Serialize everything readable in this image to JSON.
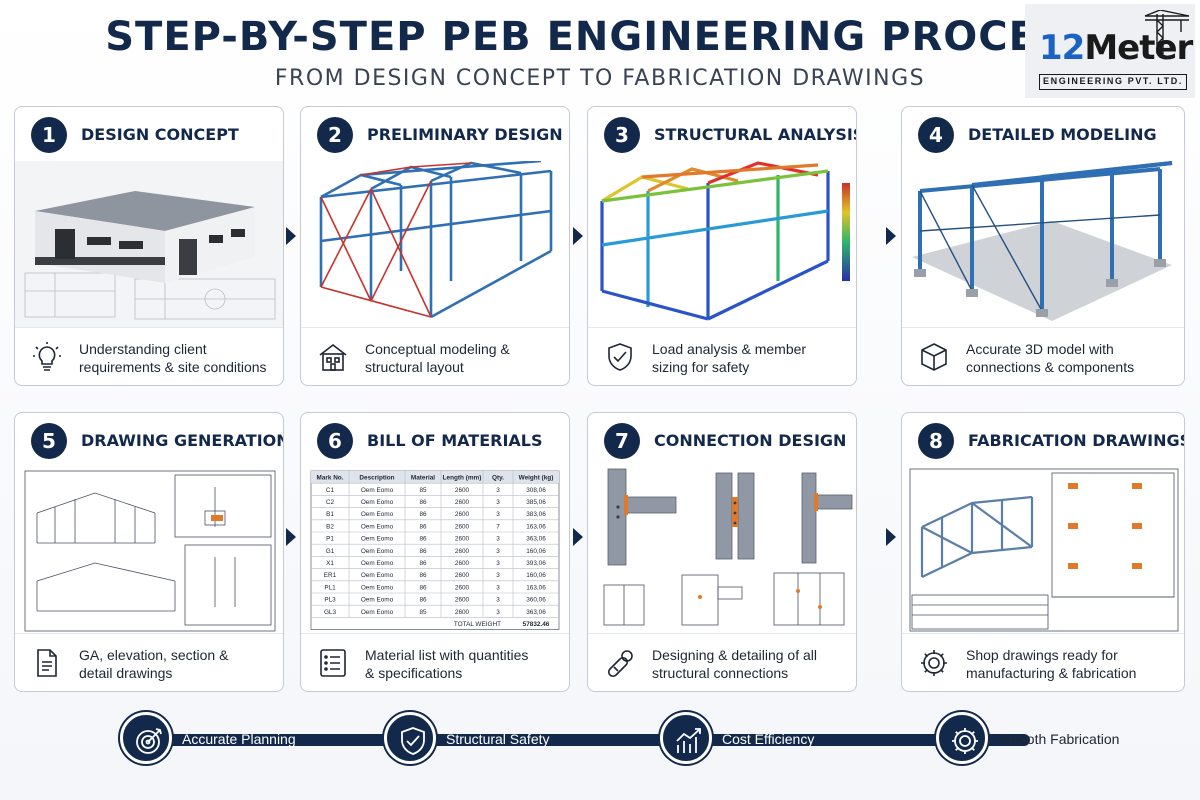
{
  "header": {
    "title": "STEP-BY-STEP PEB ENGINEERING PROCESS",
    "subtitle": "FROM DESIGN CONCEPT TO FABRICATION DRAWINGS"
  },
  "logo": {
    "number": "12",
    "word": "Meter",
    "tagline": "ENGINEERING PVT. LTD."
  },
  "colors": {
    "navy": "#13294b",
    "steel_blue": "#2f6fb3",
    "brace_red": "#c8322c",
    "accent_orange": "#e07a2a"
  },
  "steps": [
    {
      "number": "1",
      "title": "DESIGN CONCEPT",
      "icon": "lightbulb-icon",
      "desc1": "Understanding client",
      "desc2": "requirements & site conditions"
    },
    {
      "number": "2",
      "title": "PRELIMINARY DESIGN",
      "icon": "building-icon",
      "desc1": "Conceptual modeling &",
      "desc2": "structural layout"
    },
    {
      "number": "3",
      "title": "STRUCTURAL ANALYSIS",
      "icon": "shield-check-icon",
      "desc1": "Load analysis & member",
      "desc2": "sizing for safety"
    },
    {
      "number": "4",
      "title": "DETAILED MODELING",
      "icon": "cube-icon",
      "desc1": "Accurate 3D model with",
      "desc2": "connections & components"
    },
    {
      "number": "5",
      "title": "DRAWING GENERATION",
      "icon": "document-icon",
      "desc1": "GA, elevation, section &",
      "desc2": "detail drawings"
    },
    {
      "number": "6",
      "title": "BILL OF MATERIALS",
      "icon": "list-icon",
      "desc1": "Material list with quantities",
      "desc2": "& specifications"
    },
    {
      "number": "7",
      "title": "CONNECTION DESIGN",
      "icon": "bolt-icon",
      "desc1": "Designing & detailing of all",
      "desc2": "structural connections"
    },
    {
      "number": "8",
      "title": "FABRICATION DRAWINGS",
      "icon": "gear-icon",
      "desc1": "Shop drawings ready for",
      "desc2": "manufacturing & fabrication"
    }
  ],
  "bom_table": {
    "headers": [
      "Mark No.",
      "Description",
      "Material",
      "Length (mm)",
      "Qty.",
      "Weight (kg)"
    ],
    "rows": [
      [
        "C1",
        "Oem Eomo",
        "85",
        "2600",
        "3",
        "308,06"
      ],
      [
        "C2",
        "Oem Eomo",
        "86",
        "2600",
        "3",
        "385,06"
      ],
      [
        "B1",
        "Oem Eomo",
        "86",
        "2600",
        "3",
        "383,06"
      ],
      [
        "B2",
        "Oem Eomo",
        "86",
        "2600",
        "7",
        "163,06"
      ],
      [
        "P1",
        "Oem Eomo",
        "86",
        "2600",
        "3",
        "363,06"
      ],
      [
        "G1",
        "Oem Eomo",
        "86",
        "2600",
        "3",
        "160,06"
      ],
      [
        "X1",
        "Oem Eomo",
        "86",
        "2600",
        "3",
        "393,06"
      ],
      [
        "ER1",
        "Oem Eomo",
        "86",
        "2600",
        "3",
        "160,06"
      ],
      [
        "PL1",
        "Oem Eomo",
        "86",
        "2600",
        "3",
        "163,06"
      ],
      [
        "PL3",
        "Oem Eomo",
        "86",
        "2600",
        "3",
        "360,06"
      ],
      [
        "GL3",
        "Oem Eomo",
        "85",
        "2600",
        "3",
        "363,06"
      ]
    ],
    "total_label": "TOTAL WEIGHT",
    "total_value": "57832.46"
  },
  "benefits": [
    {
      "label": "Accurate Planning",
      "icon": "target-icon"
    },
    {
      "label": "Structural Safety",
      "icon": "shield-check-icon"
    },
    {
      "label": "Cost Efficiency",
      "icon": "chart-up-icon"
    },
    {
      "label": "Smooth Fabrication",
      "icon": "gear-icon"
    }
  ]
}
